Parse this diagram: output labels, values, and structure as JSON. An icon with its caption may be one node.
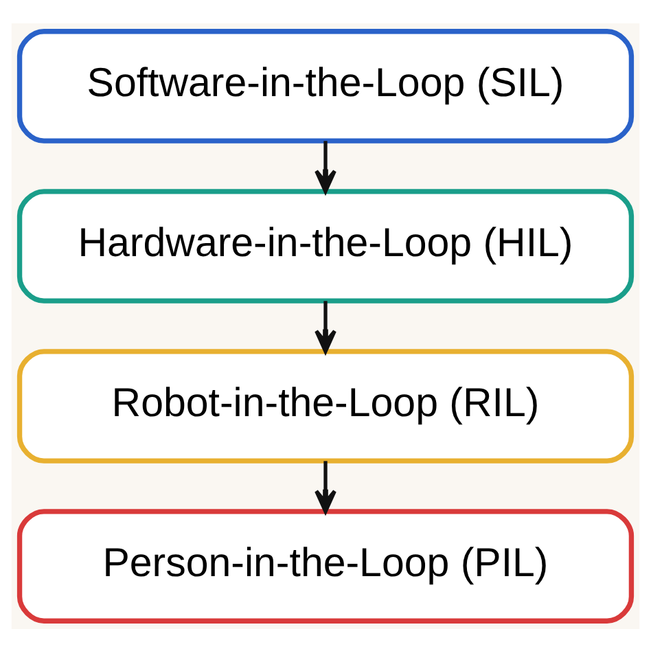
{
  "diagram": {
    "nodes": [
      {
        "text": [
          "Software-in-the-Loop (SIL)"
        ]
      },
      {
        "text": [
          "Hardware-in-the-Loop (HIL)"
        ]
      },
      {
        "text": [
          "Robot-in-the-Loop (RIL)"
        ]
      },
      {
        "text": [
          "Person-in-the-Loop (PIL)"
        ]
      }
    ],
    "edges": [
      {
        "from": 0,
        "to": 1,
        "arrow": "to"
      },
      {
        "from": 1,
        "to": 2,
        "arrow": "to"
      },
      {
        "from": 2,
        "to": 3,
        "arrow": "to"
      }
    ]
  }
}
